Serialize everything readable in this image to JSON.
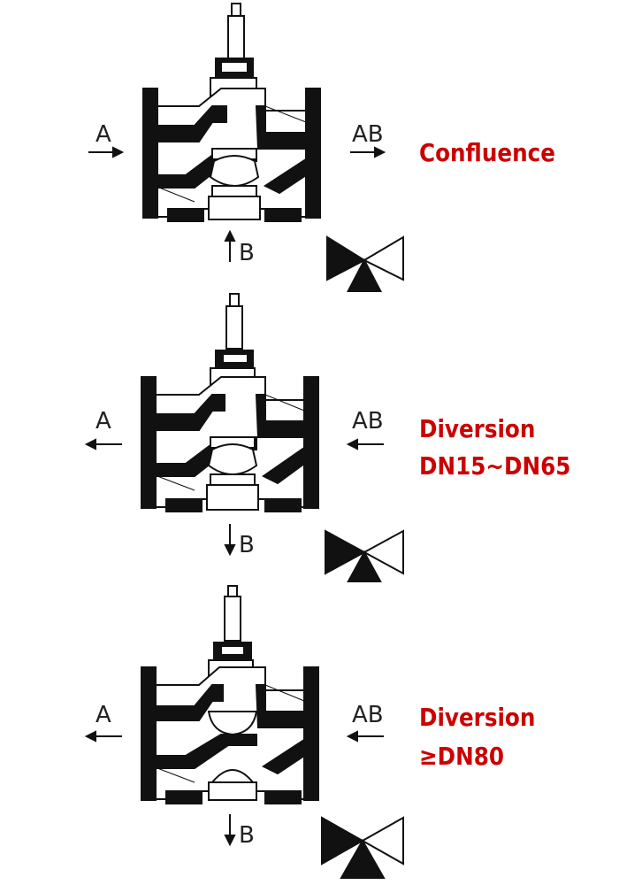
{
  "colors": {
    "caption": "#cc0000",
    "ink": "#111111",
    "paper": "#ffffff"
  },
  "panels": [
    {
      "port_a": "A",
      "port_ab": "AB",
      "port_b": "B",
      "flow": "in",
      "title": "Confluence",
      "subtitle": ""
    },
    {
      "port_a": "A",
      "port_ab": "AB",
      "port_b": "B",
      "flow": "out",
      "title": "Diversion",
      "subtitle": "DN15~DN65"
    },
    {
      "port_a": "A",
      "port_ab": "AB",
      "port_b": "B",
      "flow": "out",
      "title": "Diversion",
      "subtitle": "≥DN80"
    }
  ],
  "icons": [
    "valve-body-icon",
    "three-way-valve-symbol-icon",
    "flow-arrow-icon"
  ]
}
